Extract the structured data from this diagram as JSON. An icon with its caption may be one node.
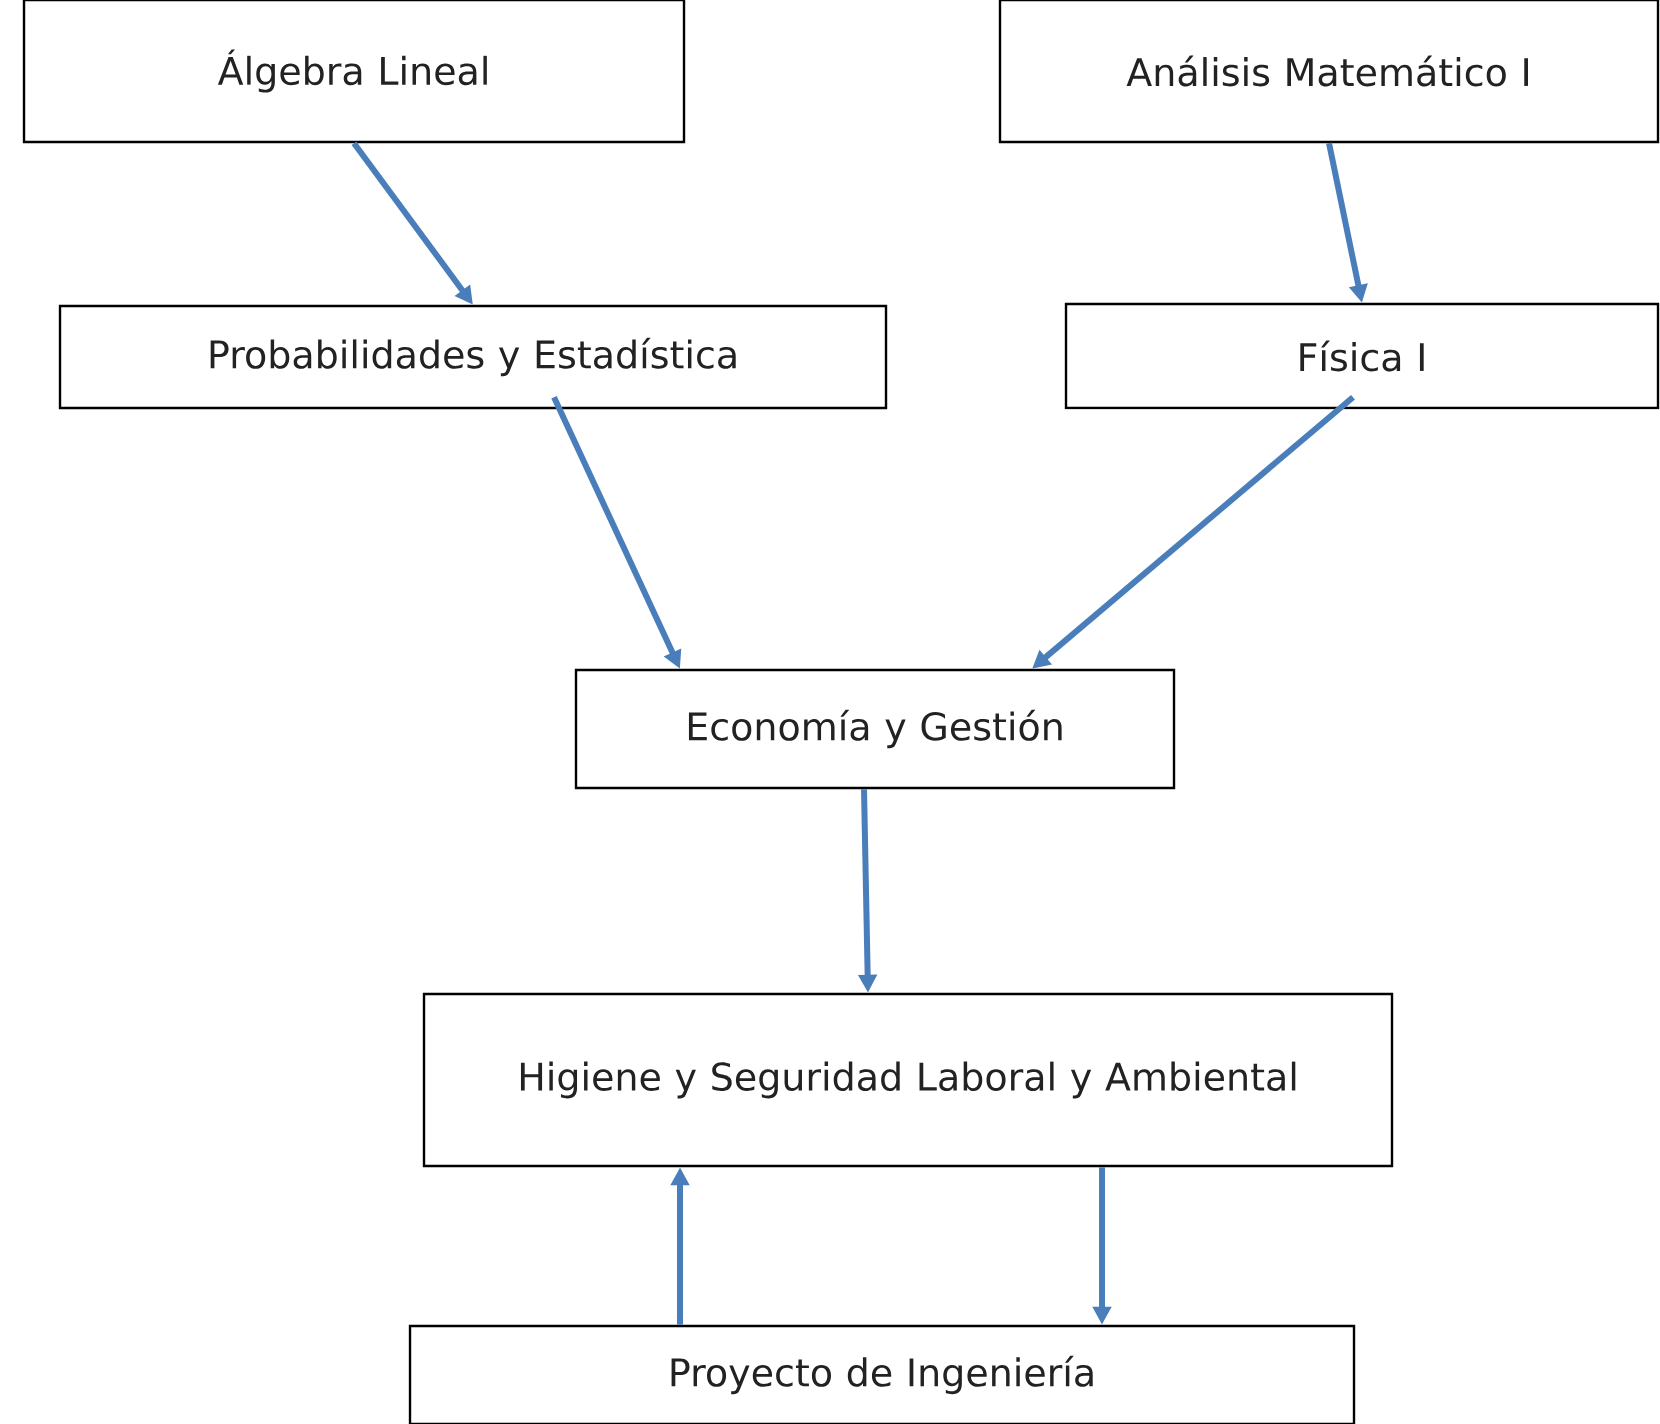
{
  "diagram": {
    "nodes": [
      {
        "text": [
          "Álgebra Lineal"
        ]
      },
      {
        "text": [
          "Análisis Matemático I"
        ]
      },
      {
        "text": [
          "Probabilidades y Estadística"
        ]
      },
      {
        "text": [
          "Física I"
        ]
      },
      {
        "text": [
          "Economía y Gestión"
        ]
      },
      {
        "text": [
          "Higiene y Seguridad Laboral y Ambiental"
        ]
      },
      {
        "text": [
          "Proyecto de Ingeniería"
        ]
      }
    ],
    "edges": [
      {
        "from": 0,
        "to": 2,
        "arrow": "to"
      },
      {
        "from": 1,
        "to": 3,
        "arrow": "to"
      },
      {
        "from": 2,
        "to": 4,
        "arrow": "to"
      },
      {
        "from": 3,
        "to": 4,
        "arrow": "to"
      },
      {
        "from": 4,
        "to": 5,
        "arrow": "to"
      },
      {
        "from": 6,
        "to": 5,
        "arrow": "to"
      },
      {
        "from": 5,
        "to": 6,
        "arrow": "to"
      }
    ]
  }
}
